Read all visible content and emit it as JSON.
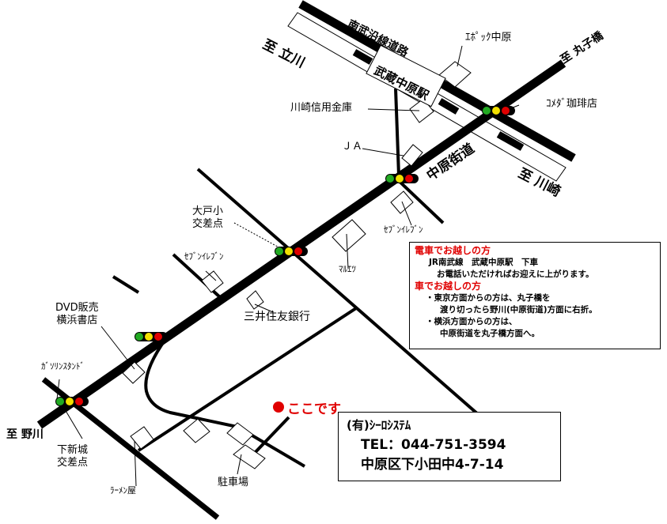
{
  "destinations": {
    "tachikawa": "至 立川",
    "marukobashi": "至 丸子橋",
    "kawasaki": "至 川崎",
    "nogawa": "至 野川"
  },
  "roads": {
    "nambu_line": "南武沿線道路",
    "nakahara_kaido": "中原街道"
  },
  "station": "武蔵中原駅",
  "landmarks": {
    "epoch": "ｴﾎﾟｯｸ中原",
    "shinkin": "川崎信用金庫",
    "komeda": "ｺﾒﾀﾞ珈琲店",
    "ja": "ＪＡ",
    "seven1": "ｾﾌﾞﾝｲﾚﾌﾞﾝ",
    "maruetsu": "ﾏﾙｴﾂ",
    "ooto_line1": "大戸小",
    "ooto_line2": "交差点",
    "seven2": "ｾﾌﾞﾝｲﾚﾌﾞﾝ",
    "smbc": "三井住友銀行",
    "dvd_line1": "DVD販売",
    "dvd_line2": "横浜書店",
    "gas": "ｶﾞｿﾘﾝｽﾀﾝﾄﾞ",
    "shimoshinjo_line1": "下新城",
    "shimoshinjo_line2": "交差点",
    "ramen": "ﾗｰﾒﾝ屋",
    "parking": "駐車場"
  },
  "here": "ここです",
  "info": {
    "train_heading": "電車でお越しの方",
    "train_line1": "JR南武線　武蔵中原駅　下車",
    "train_line2": "お電話いただければお迎えに上がります。",
    "car_heading": "車でお越しの方",
    "car_line1": "・東京方面からの方は、丸子橋を",
    "car_line2": "渡り切ったら野川(中原街道)方面に右折。",
    "car_line3": "・横浜方面からの方は、",
    "car_line4": "中原街道を丸子橋方面へ。"
  },
  "company": {
    "name": "(有)ｼｰﾛｼｽﾃﾑ",
    "tel": "TEL：044-751-3594",
    "address": "中原区下小田中4-7-14"
  },
  "colors": {
    "here_red": "#e00000",
    "signal_green": "#22aa22",
    "signal_yellow": "#f2e000",
    "signal_red": "#e00000"
  }
}
